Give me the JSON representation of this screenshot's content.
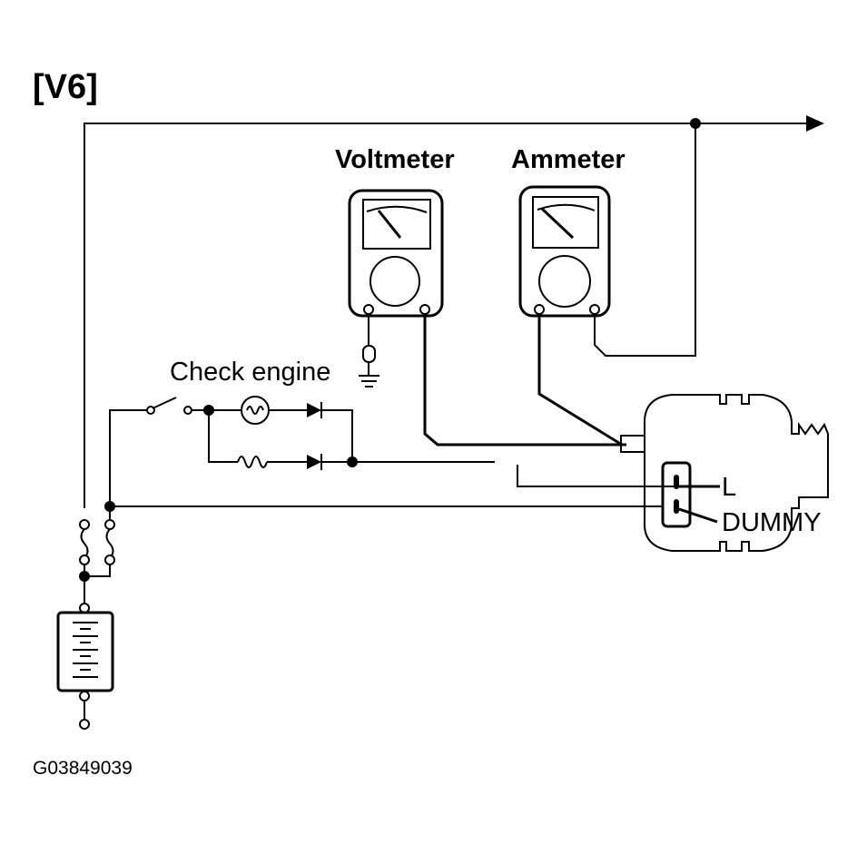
{
  "title": "[V6]",
  "meters": {
    "voltmeter": "Voltmeter",
    "ammeter": "Ammeter"
  },
  "lamp_label": "Check engine",
  "terminals": {
    "l": "L",
    "dummy": "DUMMY"
  },
  "figure_code": "G03849039"
}
